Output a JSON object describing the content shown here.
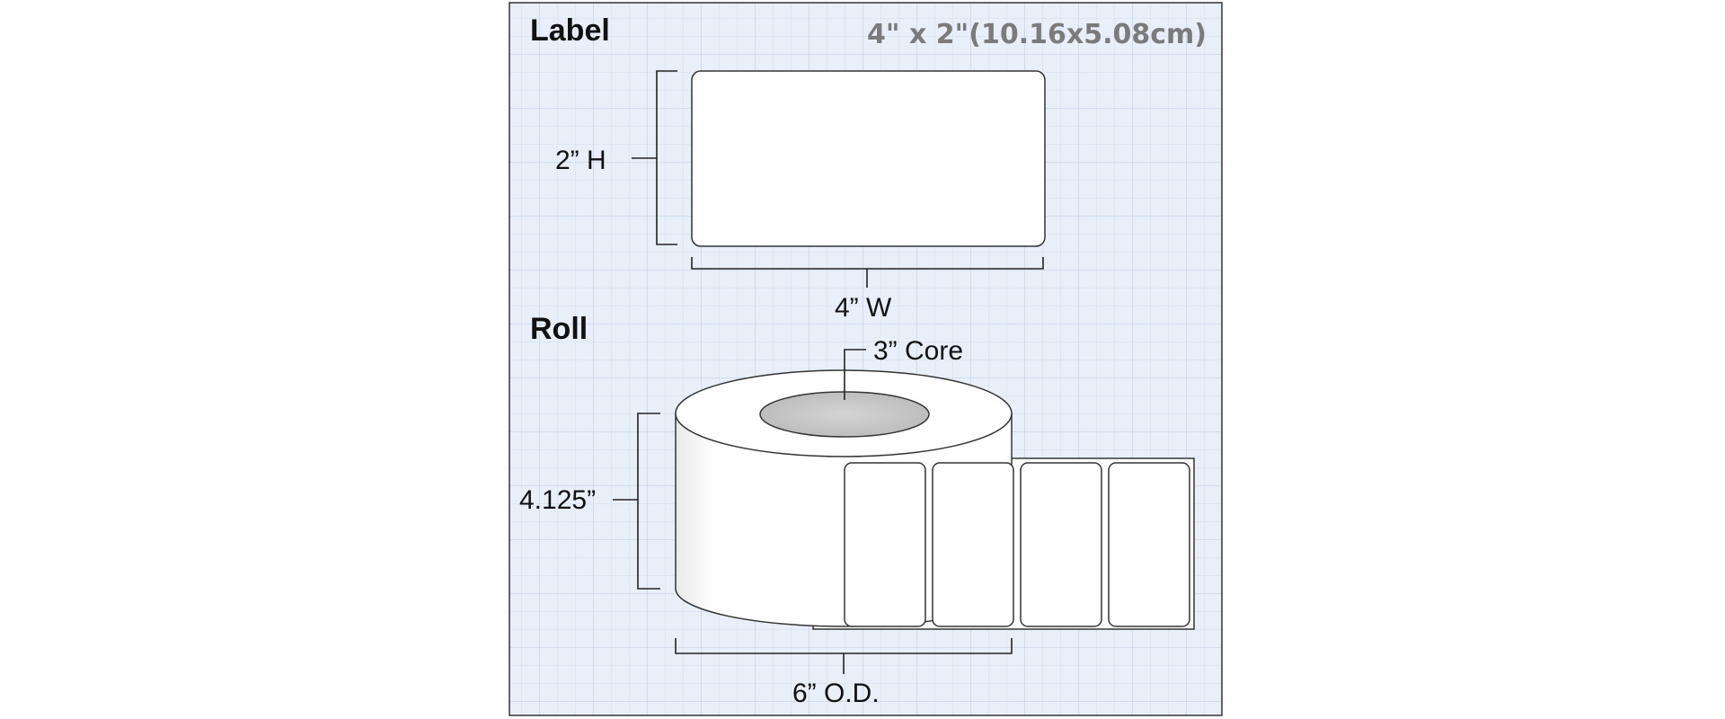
{
  "label_section": {
    "heading": "Label",
    "size_spec": "4\" x 2\"(10.16x5.08cm)",
    "height_dim": "2” H",
    "width_dim": "4” W"
  },
  "roll_section": {
    "heading": "Roll",
    "core_dim": "3” Core",
    "roll_height_dim": "4.125”",
    "outer_diameter_dim": "6” O.D."
  },
  "colors": {
    "grid_background": "#e7eef8",
    "grid_line": "#c9d6e8",
    "frame": "#333333",
    "core": "#c7c7c7",
    "spec_text": "#7b7b7b"
  }
}
